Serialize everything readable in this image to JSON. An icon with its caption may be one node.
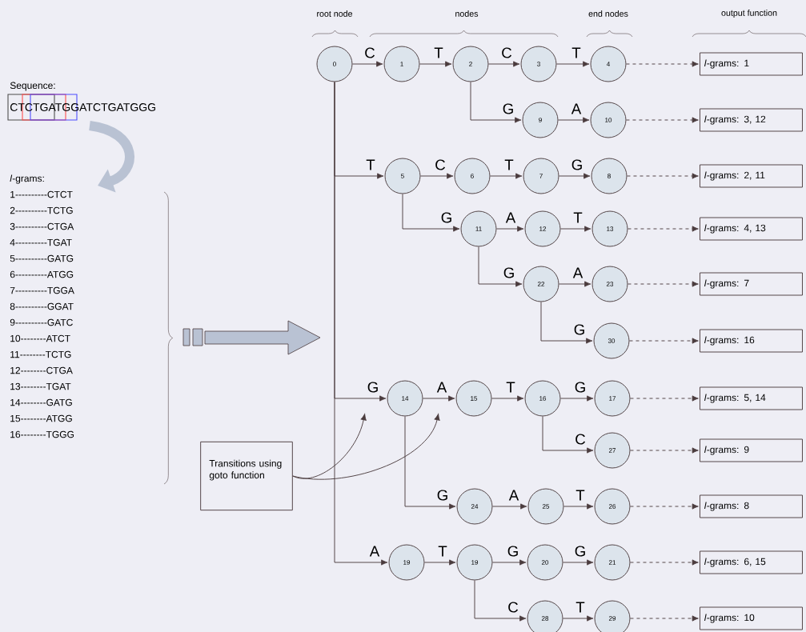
{
  "diagram": {
    "nodes": [
      {
        "text": [
          "0"
        ]
      },
      {
        "text": [
          "1"
        ]
      },
      {
        "text": [
          "2"
        ]
      },
      {
        "text": [
          "3"
        ]
      },
      {
        "text": [
          "4"
        ]
      },
      {
        "text": [
          "9"
        ]
      },
      {
        "text": [
          "10"
        ]
      },
      {
        "text": [
          "5"
        ]
      },
      {
        "text": [
          "6"
        ]
      },
      {
        "text": [
          "7"
        ]
      },
      {
        "text": [
          "8"
        ]
      },
      {
        "text": [
          "11"
        ]
      },
      {
        "text": [
          "12"
        ]
      },
      {
        "text": [
          "13"
        ]
      },
      {
        "text": [
          "22"
        ]
      },
      {
        "text": [
          "23"
        ]
      },
      {
        "text": [
          "30"
        ]
      },
      {
        "text": [
          "14"
        ]
      },
      {
        "text": [
          "15"
        ]
      },
      {
        "text": [
          "16"
        ]
      },
      {
        "text": [
          "17"
        ]
      },
      {
        "text": [
          "27"
        ]
      },
      {
        "text": [
          "24"
        ]
      },
      {
        "text": [
          "25"
        ]
      },
      {
        "text": [
          "26"
        ]
      },
      {
        "text": [
          "19"
        ]
      },
      {
        "text": [
          "19"
        ]
      },
      {
        "text": [
          "20"
        ]
      },
      {
        "text": [
          "21"
        ]
      },
      {
        "text": [
          "28"
        ]
      },
      {
        "text": [
          "29"
        ]
      },
      {
        "text": [
          "*l*-grams: 1"
        ]
      },
      {
        "text": [
          "*l*-grams: 3, 12"
        ]
      },
      {
        "text": [
          "*l*-grams: 2, 11"
        ]
      },
      {
        "text": [
          "*l*-grams: 4, 13"
        ]
      },
      {
        "text": [
          "*l*-grams: 7"
        ]
      },
      {
        "text": [
          "*l*-grams: 16"
        ]
      },
      {
        "text": [
          "*l*-grams: 5, 14"
        ]
      },
      {
        "text": [
          "*l*-grams: 9"
        ]
      },
      {
        "text": [
          "*l*-grams: 8"
        ]
      },
      {
        "text": [
          "*l*-grams: 6, 15"
        ]
      },
      {
        "text": [
          "*l*-grams: 10"
        ]
      },
      {
        "text": [
          "Transitions using goto function"
        ]
      }
    ],
    "edges": [
      {
        "from": 0,
        "to": 1,
        "arrow": "to",
        "label": "C"
      },
      {
        "from": 1,
        "to": 2,
        "arrow": "to",
        "label": "T"
      },
      {
        "from": 2,
        "to": 3,
        "arrow": "to",
        "label": "C"
      },
      {
        "from": 3,
        "to": 4,
        "arrow": "to",
        "label": "T"
      },
      {
        "from": 2,
        "to": 5,
        "arrow": "to",
        "label": "G"
      },
      {
        "from": 5,
        "to": 6,
        "arrow": "to",
        "label": "A"
      },
      {
        "from": 0,
        "to": 7,
        "arrow": "to",
        "label": "T"
      },
      {
        "from": 7,
        "to": 8,
        "arrow": "to",
        "label": "C"
      },
      {
        "from": 8,
        "to": 9,
        "arrow": "to",
        "label": "T"
      },
      {
        "from": 9,
        "to": 10,
        "arrow": "to",
        "label": "G"
      },
      {
        "from": 7,
        "to": 11,
        "arrow": "to",
        "label": "G"
      },
      {
        "from": 11,
        "to": 12,
        "arrow": "to",
        "label": "A"
      },
      {
        "from": 12,
        "to": 13,
        "arrow": "to",
        "label": "T"
      },
      {
        "from": 11,
        "to": 14,
        "arrow": "to",
        "label": "G"
      },
      {
        "from": 14,
        "to": 15,
        "arrow": "to",
        "label": "A"
      },
      {
        "from": 14,
        "to": 16,
        "arrow": "to",
        "label": "G"
      },
      {
        "from": 0,
        "to": 17,
        "arrow": "to",
        "label": "G"
      },
      {
        "from": 17,
        "to": 18,
        "arrow": "to",
        "label": "A"
      },
      {
        "from": 18,
        "to": 19,
        "arrow": "to",
        "label": "T"
      },
      {
        "from": 19,
        "to": 20,
        "arrow": "to",
        "label": "G"
      },
      {
        "from": 19,
        "to": 21,
        "arrow": "to",
        "label": "C"
      },
      {
        "from": 17,
        "to": 22,
        "arrow": "to",
        "label": "G"
      },
      {
        "from": 22,
        "to": 23,
        "arrow": "to",
        "label": "A"
      },
      {
        "from": 23,
        "to": 24,
        "arrow": "to",
        "label": "T"
      },
      {
        "from": 0,
        "to": 25,
        "arrow": "to",
        "label": "A"
      },
      {
        "from": 25,
        "to": 26,
        "arrow": "to",
        "label": "T"
      },
      {
        "from": 26,
        "to": 27,
        "arrow": "to",
        "label": "G"
      },
      {
        "from": 27,
        "to": 28,
        "arrow": "to",
        "label": "G"
      },
      {
        "from": 26,
        "to": 29,
        "arrow": "to",
        "label": "C"
      },
      {
        "from": 29,
        "to": 30,
        "arrow": "to",
        "label": "T"
      },
      {
        "from": 4,
        "to": 31,
        "arrow": "to",
        "style": "dashed"
      },
      {
        "from": 6,
        "to": 32,
        "arrow": "to",
        "style": "dashed"
      },
      {
        "from": 10,
        "to": 33,
        "arrow": "to",
        "style": "dashed"
      },
      {
        "from": 13,
        "to": 34,
        "arrow": "to",
        "style": "dashed"
      },
      {
        "from": 15,
        "to": 35,
        "arrow": "to",
        "style": "dashed"
      },
      {
        "from": 16,
        "to": 36,
        "arrow": "to",
        "style": "dashed"
      },
      {
        "from": 20,
        "to": 37,
        "arrow": "to",
        "style": "dashed"
      },
      {
        "from": 21,
        "to": 38,
        "arrow": "to",
        "style": "dashed"
      },
      {
        "from": 24,
        "to": 39,
        "arrow": "to",
        "style": "dashed"
      },
      {
        "from": 28,
        "to": 40,
        "arrow": "to",
        "style": "dashed"
      },
      {
        "from": 30,
        "to": 41,
        "arrow": "to",
        "style": "dashed"
      },
      {
        "from": 42,
        "to": null,
        "arrow": "to"
      },
      {
        "from": 42,
        "to": null,
        "arrow": "to"
      }
    ],
    "labels": [
      "root node",
      "nodes",
      "end nodes",
      "output function",
      "Sequence:",
      "CTCTGATGGATCTGATGGG",
      "*l*-grams:",
      "1----------CTCT",
      "2----------TCTG",
      "3----------CTGA",
      "4----------TGAT",
      "5----------GATG",
      "6----------ATGG",
      "7----------TGGA",
      "8----------GGAT",
      "9----------GATC",
      "10--------ATCT",
      "11--------TCTG",
      "12--------CTGA",
      "13--------TGAT",
      "14--------GATG",
      "15--------ATGG",
      "16--------TGGG"
    ]
  }
}
